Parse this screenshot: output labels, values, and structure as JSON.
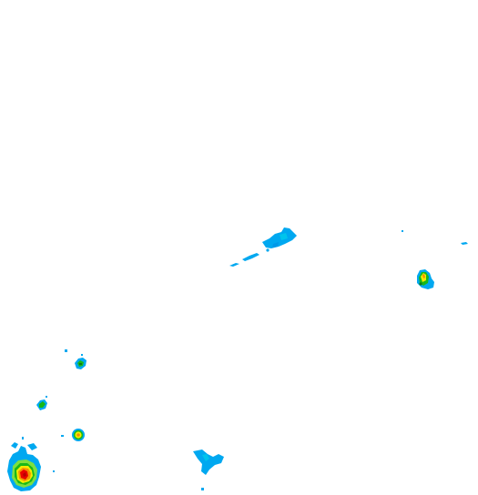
{
  "map": {
    "kind": "weather-radar-reflectivity",
    "background_color": "#ffffff",
    "palette": {
      "light": "#00a8f0",
      "cyan": "#00d8e8",
      "light_green": "#7ce040",
      "green": "#18b818",
      "dark_green": "#0c7c18",
      "yellow": "#f4ec00",
      "orange": "#f49000",
      "red": "#e80000",
      "dark_red": "#b80000"
    },
    "echoes": [
      {
        "name": "echo-central-band",
        "intensity": "light"
      },
      {
        "name": "echo-central-streak",
        "intensity": "light"
      },
      {
        "name": "echo-east-cell",
        "intensity": "moderate"
      },
      {
        "name": "echo-east-specks",
        "intensity": "light"
      },
      {
        "name": "echo-west-cell-1",
        "intensity": "moderate"
      },
      {
        "name": "echo-west-cell-2",
        "intensity": "moderate"
      },
      {
        "name": "echo-west-cell-3",
        "intensity": "moderate"
      },
      {
        "name": "echo-southwest-storm",
        "intensity": "heavy"
      },
      {
        "name": "echo-south-patch",
        "intensity": "light"
      }
    ]
  }
}
